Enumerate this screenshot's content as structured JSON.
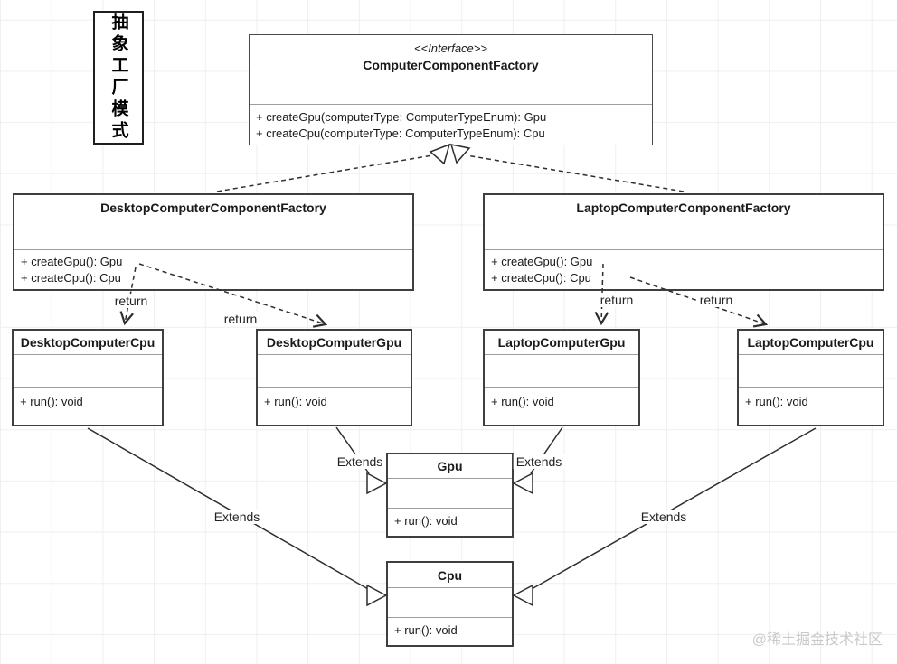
{
  "diagram": {
    "pattern_title": "抽象工厂模式",
    "watermark": "@稀土掘金技术社区"
  },
  "classes": [
    {
      "stereotype": "<<Interface>>",
      "name": "ComputerComponentFactory",
      "fields": [],
      "methods": [
        "+ createGpu(computerType: ComputerTypeEnum): Gpu",
        "+ createCpu(computerType: ComputerTypeEnum): Cpu"
      ]
    },
    {
      "name": "DesktopComputerComponentFactory",
      "fields": [],
      "methods": [
        "+ createGpu(): Gpu",
        "+ createCpu(): Cpu"
      ]
    },
    {
      "name": "LaptopComputerConponentFactory",
      "fields": [],
      "methods": [
        "+ createGpu(): Gpu",
        "+ createCpu(): Cpu"
      ]
    },
    {
      "name": "DesktopComputerCpu",
      "fields": [],
      "methods": [
        "+ run(): void"
      ]
    },
    {
      "name": "DesktopComputerGpu",
      "fields": [],
      "methods": [
        "+ run(): void"
      ]
    },
    {
      "name": "LaptopComputerGpu",
      "fields": [],
      "methods": [
        "+ run(): void"
      ]
    },
    {
      "name": "LaptopComputerCpu",
      "fields": [],
      "methods": [
        "+ run(): void"
      ]
    },
    {
      "name": "Gpu",
      "fields": [],
      "methods": [
        "+ run(): void"
      ]
    },
    {
      "name": "Cpu",
      "fields": [],
      "methods": [
        "+ run(): void"
      ]
    }
  ],
  "relationships": [
    {
      "type": "realization",
      "from": "DesktopComputerComponentFactory",
      "to": "ComputerComponentFactory",
      "label": ""
    },
    {
      "type": "realization",
      "from": "LaptopComputerConponentFactory",
      "to": "ComputerComponentFactory",
      "label": ""
    },
    {
      "type": "dependency",
      "from": "DesktopComputerComponentFactory",
      "to": "DesktopComputerCpu",
      "label": "return"
    },
    {
      "type": "dependency",
      "from": "DesktopComputerComponentFactory",
      "to": "DesktopComputerGpu",
      "label": "return"
    },
    {
      "type": "dependency",
      "from": "LaptopComputerConponentFactory",
      "to": "LaptopComputerGpu",
      "label": "return"
    },
    {
      "type": "dependency",
      "from": "LaptopComputerConponentFactory",
      "to": "LaptopComputerCpu",
      "label": "return"
    },
    {
      "type": "generalization",
      "from": "DesktopComputerGpu",
      "to": "Gpu",
      "label": "Extends"
    },
    {
      "type": "generalization",
      "from": "LaptopComputerGpu",
      "to": "Gpu",
      "label": "Extends"
    },
    {
      "type": "generalization",
      "from": "DesktopComputerCpu",
      "to": "Cpu",
      "label": "Extends"
    },
    {
      "type": "generalization",
      "from": "LaptopComputerCpu",
      "to": "Cpu",
      "label": "Extends"
    }
  ],
  "colors": {
    "line": "#2e2e2e",
    "box_border": "#3f3f3f",
    "divider": "#9e9e9e",
    "grid": "#efefef",
    "background": "#ffffff",
    "watermark": "#c9c9c9"
  }
}
